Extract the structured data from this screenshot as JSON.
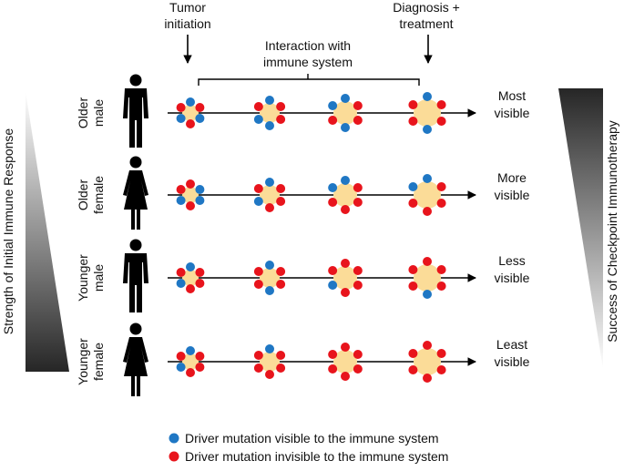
{
  "top_labels": {
    "tumor_initiation": [
      "Tumor",
      "initiation"
    ],
    "interaction": [
      "Interaction with",
      "immune system"
    ],
    "diagnosis": [
      "Diagnosis +",
      "treatment"
    ]
  },
  "left_axis_label": "Strength of Initial Immune Response",
  "right_axis_label": "Success of Checkpoint Immunotherapy",
  "rows": [
    {
      "group": [
        "Older",
        "male"
      ],
      "figure": "male-figure-icon",
      "outcome": [
        "Most",
        "visible"
      ],
      "stages": [
        {
          "blue": [
            0,
            2,
            4
          ],
          "red": [
            1,
            3,
            5
          ]
        },
        {
          "blue": [
            0,
            3,
            4
          ],
          "red": [
            1,
            2,
            5
          ]
        },
        {
          "blue": [
            0,
            3,
            5
          ],
          "red": [
            1,
            2,
            4
          ]
        },
        {
          "blue": [
            0,
            3
          ],
          "red": [
            1,
            2,
            4,
            5
          ]
        }
      ]
    },
    {
      "group": [
        "Older",
        "female"
      ],
      "figure": "female-figure-icon",
      "outcome": [
        "More",
        "visible"
      ],
      "stages": [
        {
          "blue": [
            1,
            2,
            4
          ],
          "red": [
            0,
            3,
            5
          ]
        },
        {
          "blue": [
            0,
            4
          ],
          "red": [
            1,
            2,
            3,
            5
          ]
        },
        {
          "blue": [
            0,
            5
          ],
          "red": [
            1,
            2,
            3,
            4
          ]
        },
        {
          "blue": [
            0,
            5
          ],
          "red": [
            1,
            2,
            3,
            4
          ]
        }
      ]
    },
    {
      "group": [
        "Younger",
        "male"
      ],
      "figure": "male-figure-icon",
      "outcome": [
        "Less",
        "visible"
      ],
      "stages": [
        {
          "blue": [
            0,
            4
          ],
          "red": [
            1,
            2,
            3,
            5
          ]
        },
        {
          "blue": [
            0,
            3
          ],
          "red": [
            1,
            2,
            4,
            5
          ]
        },
        {
          "blue": [
            4
          ],
          "red": [
            0,
            1,
            2,
            3,
            5
          ]
        },
        {
          "blue": [
            3
          ],
          "red": [
            0,
            1,
            2,
            4,
            5
          ]
        }
      ]
    },
    {
      "group": [
        "Younger",
        "female"
      ],
      "figure": "female-figure-icon",
      "outcome": [
        "Least",
        "visible"
      ],
      "stages": [
        {
          "blue": [
            0,
            4
          ],
          "red": [
            1,
            2,
            3,
            5
          ]
        },
        {
          "blue": [
            0
          ],
          "red": [
            1,
            2,
            3,
            4,
            5
          ]
        },
        {
          "blue": [],
          "red": [
            0,
            1,
            2,
            3,
            4,
            5
          ]
        },
        {
          "blue": [],
          "red": [
            0,
            1,
            2,
            3,
            4,
            5
          ]
        }
      ]
    }
  ],
  "legend": [
    {
      "color": "#1f77c4",
      "label": "Driver mutation visible to the immune system"
    },
    {
      "color": "#e8141c",
      "label": "Driver mutation invisible to the immune system"
    }
  ],
  "colors": {
    "tumor": "#fbdc98",
    "visible": "#1f77c4",
    "invisible": "#e8141c",
    "ink": "#000000"
  }
}
